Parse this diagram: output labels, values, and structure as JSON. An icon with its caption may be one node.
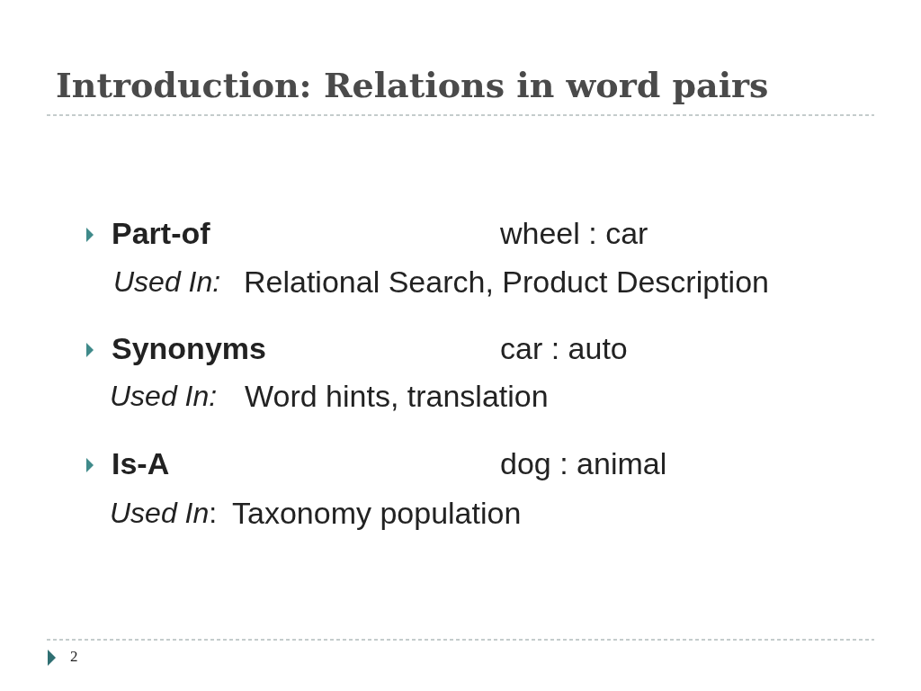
{
  "diagram": {
    "title": "Introduction: Relations in word pairs",
    "labels": [
      "Part-of",
      "wheel : car",
      "Used In:",
      "Relational Search, Product Description",
      "Synonyms",
      "car : auto",
      "Used In:",
      "Word hints, translation",
      "Is-A",
      "dog : animal",
      "*Used In*:",
      "Taxonomy population",
      "2"
    ]
  }
}
